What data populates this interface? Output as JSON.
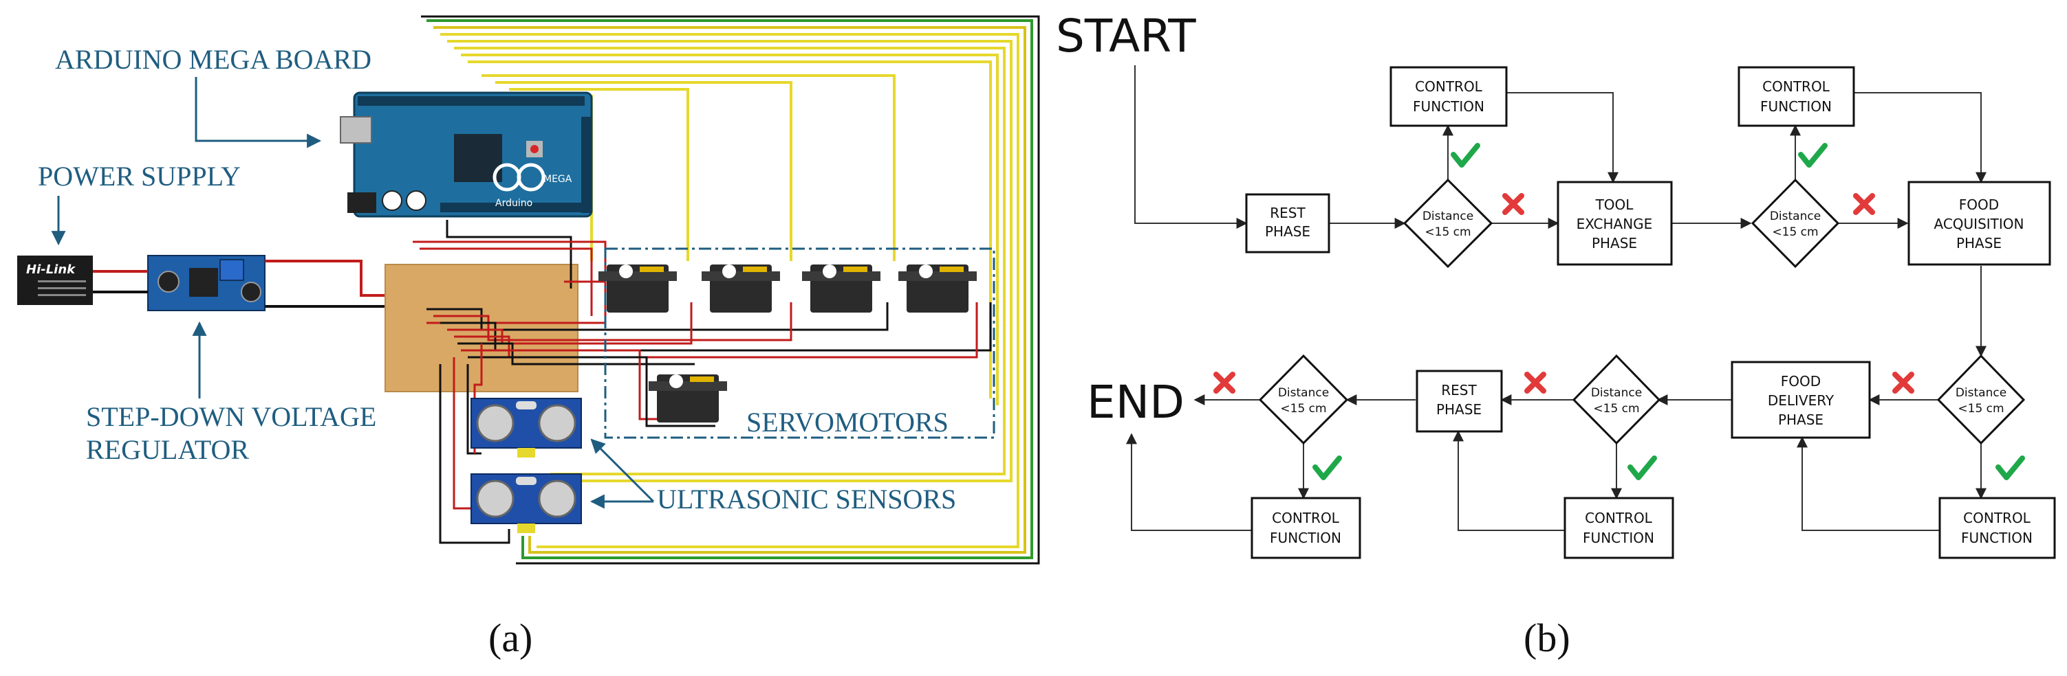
{
  "panel_a": {
    "label": "(a)",
    "labels": {
      "arduino": "ARDUINO MEGA BOARD",
      "power": "POWER SUPPLY",
      "regulator_line1": "STEP-DOWN VOLTAGE",
      "regulator_line2": "REGULATOR",
      "servos": "SERVOMOTORS",
      "ultrasonic": "ULTRASONIC SENSORS"
    },
    "device_text": {
      "hilink": "Hi-Link",
      "mega": "MEGA",
      "arduino": "Arduino"
    }
  },
  "panel_b": {
    "label": "(b)",
    "start": "START",
    "end": "END",
    "nodes": {
      "rest1": [
        "REST",
        "PHASE"
      ],
      "ctrl1": [
        "CONTROL",
        "FUNCTION"
      ],
      "dist1": [
        "Distance",
        "<15 cm"
      ],
      "tool": [
        "TOOL",
        "EXCHANGE",
        "PHASE"
      ],
      "ctrl2": [
        "CONTROL",
        "FUNCTION"
      ],
      "dist2": [
        "Distance",
        "<15 cm"
      ],
      "acq": [
        "FOOD",
        "ACQUISITION",
        "PHASE"
      ],
      "dist3": [
        "Distance",
        "<15 cm"
      ],
      "ctrl3": [
        "CONTROL",
        "FUNCTION"
      ],
      "deliv": [
        "FOOD",
        "DELIVERY",
        "PHASE"
      ],
      "dist4": [
        "Distance",
        "<15 cm"
      ],
      "ctrl4": [
        "CONTROL",
        "FUNCTION"
      ],
      "rest2": [
        "REST",
        "PHASE"
      ],
      "dist5": [
        "Distance",
        "<15 cm"
      ],
      "ctrl5": [
        "CONTROL",
        "FUNCTION"
      ]
    },
    "colors": {
      "check": "#1fa84a",
      "cross": "#e23a3a"
    }
  }
}
